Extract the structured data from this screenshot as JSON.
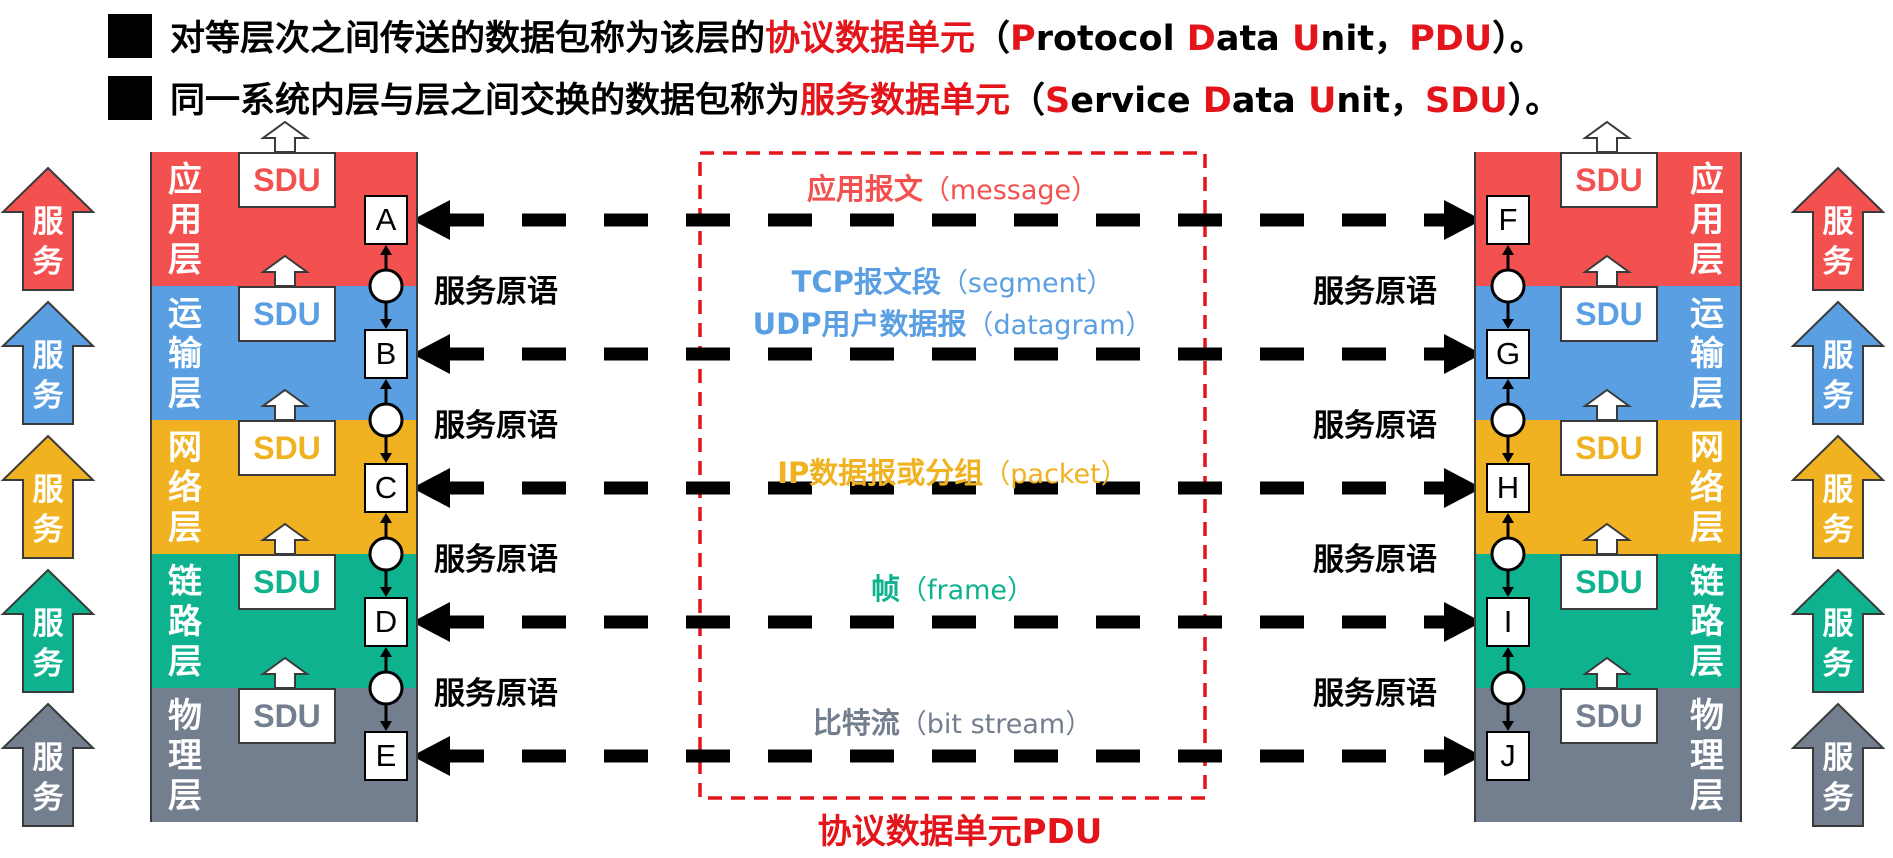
{
  "header": {
    "line1": {
      "part1": "对等层次之间传送的数据包称为该层的",
      "highlight": "协议数据单元",
      "paren_open": "（",
      "p": "P",
      "rotocol": "rotocol ",
      "d": "D",
      "ata": "ata ",
      "u": "U",
      "nit": "nit，",
      "abbr": "PDU",
      "end": "）。"
    },
    "line2": {
      "part1": "同一系统内层与层之间交换的数据包称为",
      "highlight": "服务数据单元",
      "paren_open": "（",
      "s": "S",
      "ervice": "ervice ",
      "d": "D",
      "ata": "ata ",
      "u": "U",
      "nit": "nit，",
      "abbr": "SDU",
      "end": "）。"
    }
  },
  "layers": [
    {
      "name": "应用层",
      "chars": [
        "应",
        "用",
        "层"
      ],
      "color": "#f35050",
      "sdu": "SDU",
      "left_sap": "A",
      "right_sap": "F",
      "pdu_cn": "应用报文",
      "pdu_en": "（message）"
    },
    {
      "name": "运输层",
      "chars": [
        "运",
        "输",
        "层"
      ],
      "color": "#5b9fe3",
      "sdu": "SDU",
      "left_sap": "B",
      "right_sap": "G",
      "pdu_cn": "TCP报文段",
      "pdu_en": "（segment）",
      "pdu_cn2": "UDP用户数据报",
      "pdu_en2": "（datagram）"
    },
    {
      "name": "网络层",
      "chars": [
        "网",
        "络",
        "层"
      ],
      "color": "#f0b220",
      "sdu": "SDU",
      "left_sap": "C",
      "right_sap": "H",
      "pdu_cn": "IP数据报或分组",
      "pdu_en": "（packet）"
    },
    {
      "name": "链路层",
      "chars": [
        "链",
        "路",
        "层"
      ],
      "color": "#0fb28f",
      "sdu": "SDU",
      "left_sap": "D",
      "right_sap": "I",
      "pdu_cn": "帧",
      "pdu_en": "（frame）"
    },
    {
      "name": "物理层",
      "chars": [
        "物",
        "理",
        "层"
      ],
      "color": "#737e8e",
      "sdu": "SDU",
      "left_sap": "E",
      "right_sap": "J",
      "pdu_cn": "比特流",
      "pdu_en": "（bit stream）"
    }
  ],
  "primitive_label": "服务原语",
  "service_label": [
    "服",
    "务"
  ],
  "pdu_box_label": "协议数据单元PDU",
  "colors": {
    "red": "#e3151b",
    "dash": "#000000",
    "pdu_box": "#e3151b"
  }
}
